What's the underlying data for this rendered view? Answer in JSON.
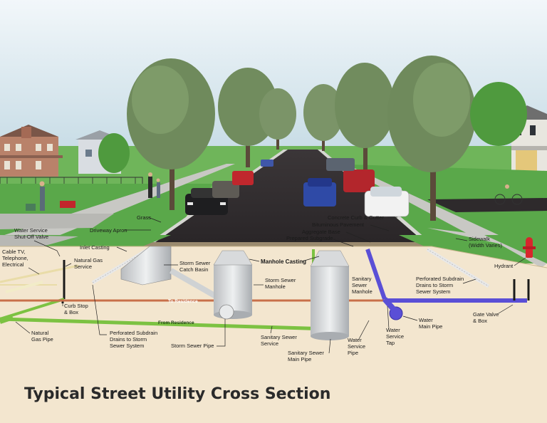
{
  "title": "Typical Street Utility Cross Section",
  "labels": {
    "water_service_shutoff": [
      "Water Service",
      "Shut-Off Valve"
    ],
    "driveway_apron": "Driveway Apron",
    "grass": "Grass",
    "inlet_casting": "Inlet Casting",
    "cable": [
      "Cable TV,",
      "Telephone,",
      "Electrical"
    ],
    "natural_gas_service": [
      "Natural Gas",
      "Service"
    ],
    "storm_sewer_catch_basin": [
      "Storm Sewer",
      "Catch Basin"
    ],
    "manhole_casting": "Manhole Casting",
    "storm_sewer_manhole": [
      "Storm Sewer",
      "Manhole"
    ],
    "sanitary_sewer_manhole": [
      "Sanitary",
      "Sewer",
      "Manhole"
    ],
    "concrete_curb": "Concrete Curb & Gutter",
    "bituminous_pavement": "Bituminous Pavement",
    "aggregate_base": "Aggregate Base",
    "prepared_subgrade": "Prepared Subgrade",
    "sidewalk": [
      "Sidewalk",
      "(Width Varies)"
    ],
    "hydrant": "Hydrant",
    "perforated_right": [
      "Perforated Subdrain",
      "Drains to Storm",
      "Sewer System"
    ],
    "gate_valve": [
      "Gate Valve",
      "& Box"
    ],
    "curb_stop": [
      "Curb Stop",
      "& Box"
    ],
    "to_residence": "To Residence",
    "from_residence": "From Residence",
    "natural_gas_pipe": [
      "Natural",
      "Gas Pipe"
    ],
    "perforated_left": [
      "Perforated Subdrain",
      "Drains to Storm",
      "Sewer System"
    ],
    "storm_sewer_pipe": "Storm Sewer Pipe",
    "sanitary_sewer_service": [
      "Sanitary Sewer",
      "Service"
    ],
    "sanitary_sewer_main": [
      "Sanitary Sewer",
      "Main Pipe"
    ],
    "water_service_pipe": [
      "Water",
      "Service",
      "Pipe"
    ],
    "water_service_tap": [
      "Water",
      "Service",
      "Tap"
    ],
    "water_main_pipe": [
      "Water",
      "Main Pipe"
    ]
  },
  "colors": {
    "sky_top": "#eef5f9",
    "sky_bottom": "#c9dde6",
    "grass": "#5aa84a",
    "pavement": "#2e2a2c",
    "soil": "#f3e6cf",
    "water_pipe": "#5a4fd6",
    "gas_pipe": "#7cc242",
    "to_residence_pipe": "#c8704a",
    "title": "#2a2a2a"
  }
}
